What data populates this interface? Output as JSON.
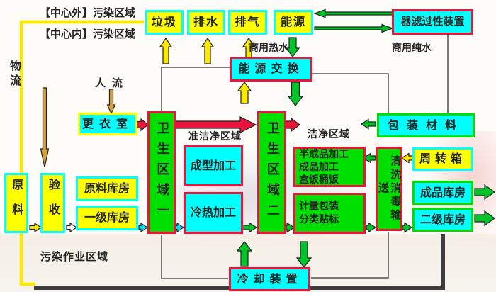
{
  "zones": {
    "outer_pollution": "【中心外】污染区域",
    "inner_pollution": "【中心内】污染区域",
    "quasi_clean": "准洁净区域",
    "clean": "洁净区域",
    "pollution_work": "污染作业区域"
  },
  "flow_labels": {
    "material_flow": "物流",
    "people_flow": "人流",
    "commercial_hot_water": "商用热水",
    "commercial_pure_water": "商用纯水"
  },
  "nodes": {
    "garbage": "垃圾",
    "drainage": "排水",
    "exhaust": "排气",
    "energy": "能源",
    "filter_device": "器滤过性装置",
    "energy_exchange": "能源交换",
    "changing_room": "更衣室",
    "sanitary_zone_1": "卫生区域一",
    "forming_process": "成型加工",
    "hot_cold_process": "冷热加工",
    "sanitary_zone_2": "卫生区域二",
    "semi_finished": "半成品加工\n成品加工\n盒饭桶饭",
    "measure_pack": "计量包装\n分类贴标",
    "wash_disinfect_convey": "清洗消毒输送",
    "packing_material": "包装材料",
    "turnover_box": "周转箱",
    "finished_warehouse": "成品库房",
    "secondary_warehouse": "二级库房",
    "raw_material": "原料",
    "acceptance": "验收",
    "raw_warehouse": "原料库房",
    "primary_warehouse": "一级库房",
    "cooling_device": "冷却装置"
  },
  "colors": {
    "yellow": "#ffff00",
    "cyan": "#00ffff",
    "green": "#00e000",
    "red_border": "#ea1538",
    "green_border": "#00dc00",
    "arrow_green": "#00c42a",
    "arrow_yellow": "#ffe800",
    "arrow_tan": "#d8a13c",
    "arrow_red": "#e8143c",
    "arrow_cyan": "#00e0f0"
  }
}
